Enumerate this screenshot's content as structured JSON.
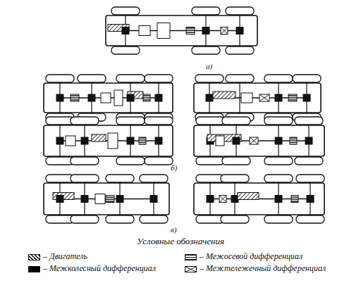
{
  "diagram": {
    "labels": [
      "а)",
      "б)",
      "в)",
      "Условные обозначения"
    ],
    "legend": [
      {
        "text": "– Двигатель"
      },
      {
        "text": "– Межколесный дифференциал",
        "color": "#000000"
      },
      {
        "text": "– Межосевой дифференциал"
      },
      {
        "text": "– Межтележечный дифференциал"
      }
    ]
  }
}
